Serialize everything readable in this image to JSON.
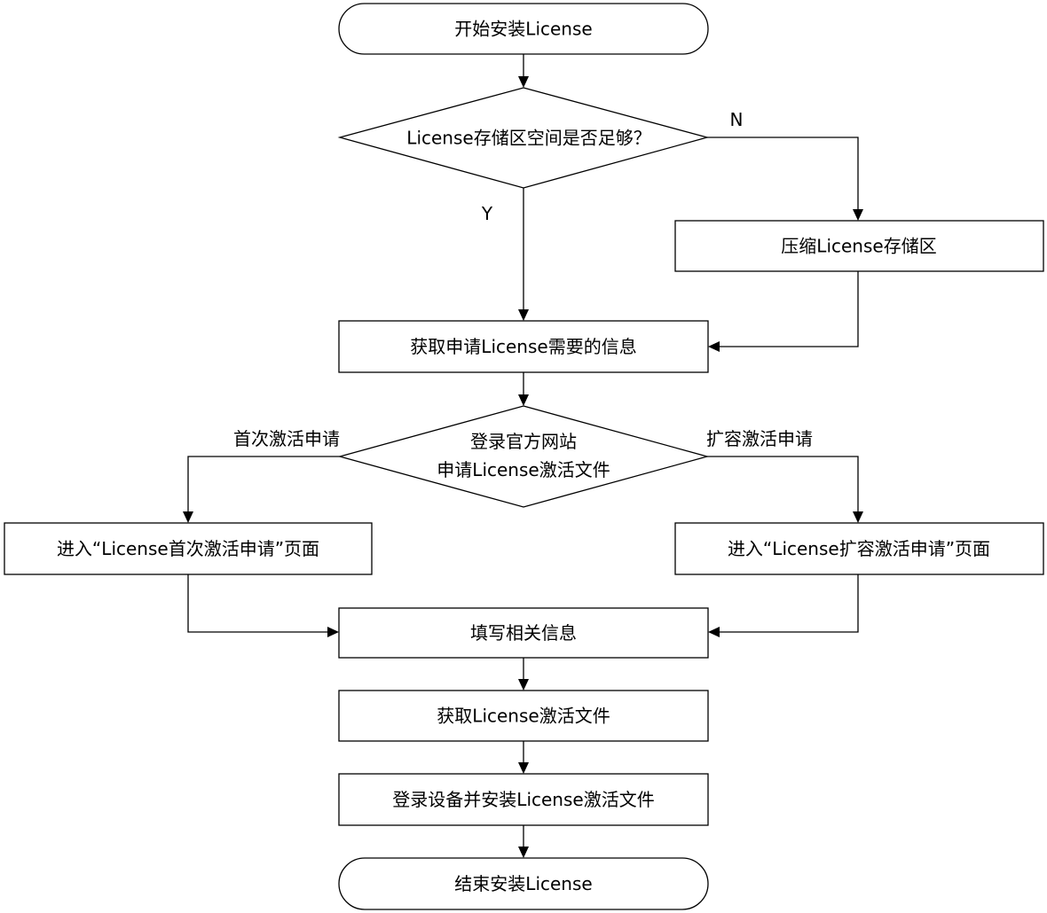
{
  "diagram": {
    "nodes": {
      "start": {
        "text": "开始安装License"
      },
      "check_space": {
        "text": "License存储区空间是否足够？"
      },
      "compress": {
        "text": "压缩License存储区"
      },
      "get_info": {
        "text": "获取申请License需要的信息"
      },
      "login_site": {
        "line1": "登录官方网站",
        "line2": "申请License激活文件"
      },
      "first_page": {
        "text": "进入“License首次激活申请”页面"
      },
      "expand_page": {
        "text": "进入“License扩容激活申请”页面"
      },
      "fill_info": {
        "text": "填写相关信息"
      },
      "get_file": {
        "text": "获取License激活文件"
      },
      "install": {
        "text": "登录设备并安装License激活文件"
      },
      "end": {
        "text": "结束安装License"
      }
    },
    "edge_labels": {
      "no": "N",
      "yes": "Y",
      "first_activation": "首次激活申请",
      "expand_activation": "扩容激活申请"
    }
  }
}
